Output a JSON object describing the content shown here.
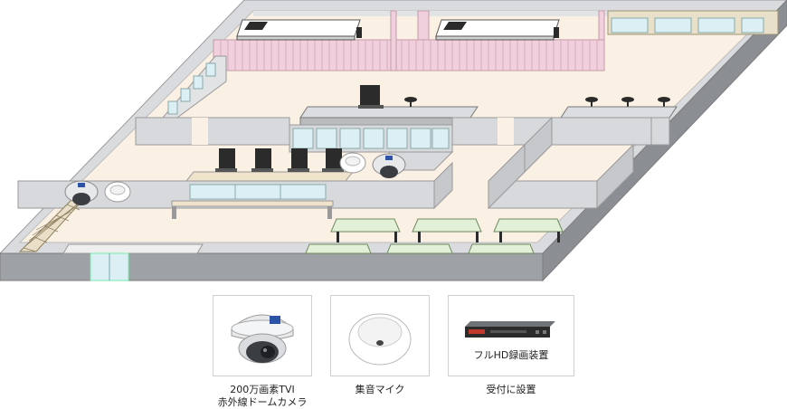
{
  "legend": {
    "camera": {
      "caption_line1": "200万画素TVI",
      "caption_line2": "赤外線ドームカメラ",
      "icon": "dome-camera-icon"
    },
    "microphone": {
      "caption": "集音マイク",
      "icon": "microphone-icon"
    },
    "recorder": {
      "card_label": "フルHD録画装置",
      "caption": "受付に設置",
      "icon": "dvr-recorder-icon"
    }
  },
  "colors": {
    "wall": "#d7d9dc",
    "floor": "#fbf0e4",
    "curtain": "#ecc9d5",
    "window": "#dbeff5",
    "desk": "#e3f0d8",
    "dark": "#2b2b2b"
  }
}
